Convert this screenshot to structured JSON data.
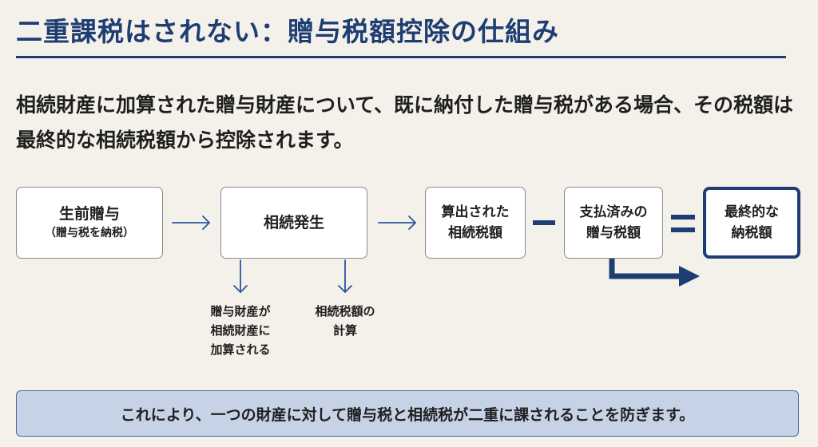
{
  "title": "二重課税はされない：贈与税額控除の仕組み",
  "lead": "相続財産に加算された贈与財産について、既に納付した贈与税がある場合、その税額は最終的な相続税額から控除されます。",
  "flow": {
    "gift": {
      "label": "生前贈与",
      "sub": "（贈与税を納税）"
    },
    "inheritance": {
      "label": "相続発生"
    },
    "computed": {
      "label": "算出された\n相続税額"
    },
    "paid": {
      "label": "支払済みの\n贈与税額"
    },
    "final": {
      "label": "最終的な\n納税額"
    }
  },
  "notes": {
    "added": "贈与財産が\n相続財産に\n加算される",
    "calc": "相続税額の\n計算"
  },
  "operators": {
    "minus": "−",
    "equals": "="
  },
  "banner": "これにより、一つの財産に対して贈与税と相続税が二重に課されることを防ぎます。",
  "colors": {
    "accent": "#1d3d73",
    "arrow_blue": "#2a54a0",
    "banner_bg": "#c6d2e6",
    "background": "#f4f1ea"
  }
}
